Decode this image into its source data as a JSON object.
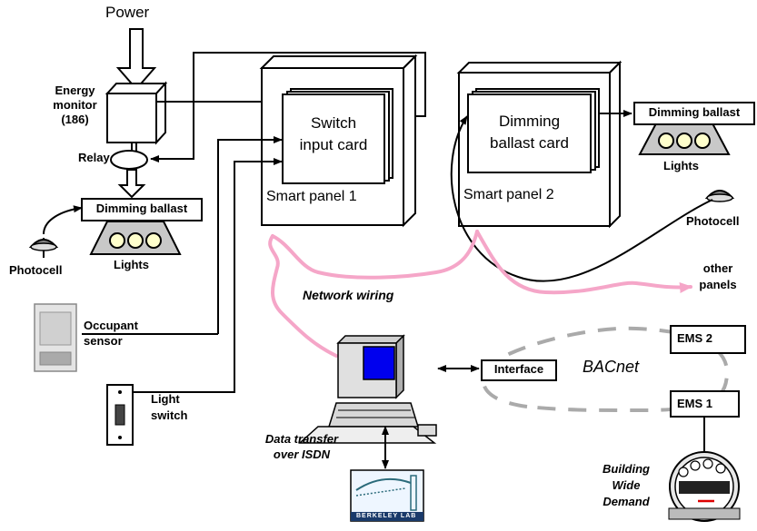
{
  "labels": {
    "power": "Power",
    "energy_monitor": [
      "Energy",
      "monitor",
      "(186)"
    ],
    "relay": "Relay",
    "dimming_ballast": "Dimming ballast",
    "lights": "Lights",
    "photocell": "Photocell",
    "switch_input_card": [
      "Switch",
      "input card"
    ],
    "smart_panel_1": "Smart panel 1",
    "dimming_ballast_card": [
      "Dimming",
      "ballast card"
    ],
    "smart_panel_2": "Smart panel 2",
    "other_panels": [
      "other",
      "panels"
    ],
    "network_wiring": "Network wiring",
    "occupant_sensor": [
      "Occupant",
      "sensor"
    ],
    "light_switch": [
      "Light",
      "switch"
    ],
    "interface": "Interface",
    "bacnet": "BACnet",
    "ems2": "EMS 2",
    "ems1": "EMS 1",
    "data_transfer": [
      "Data transfer",
      "over ISDN"
    ],
    "building_wide_demand": [
      "Building",
      "Wide",
      "Demand"
    ],
    "berkeley_lab": "BERKELEY LAB"
  },
  "colors": {
    "network_wire": "#f5a6c8",
    "monitor_screen": "#0000ee",
    "line": "#000000"
  }
}
